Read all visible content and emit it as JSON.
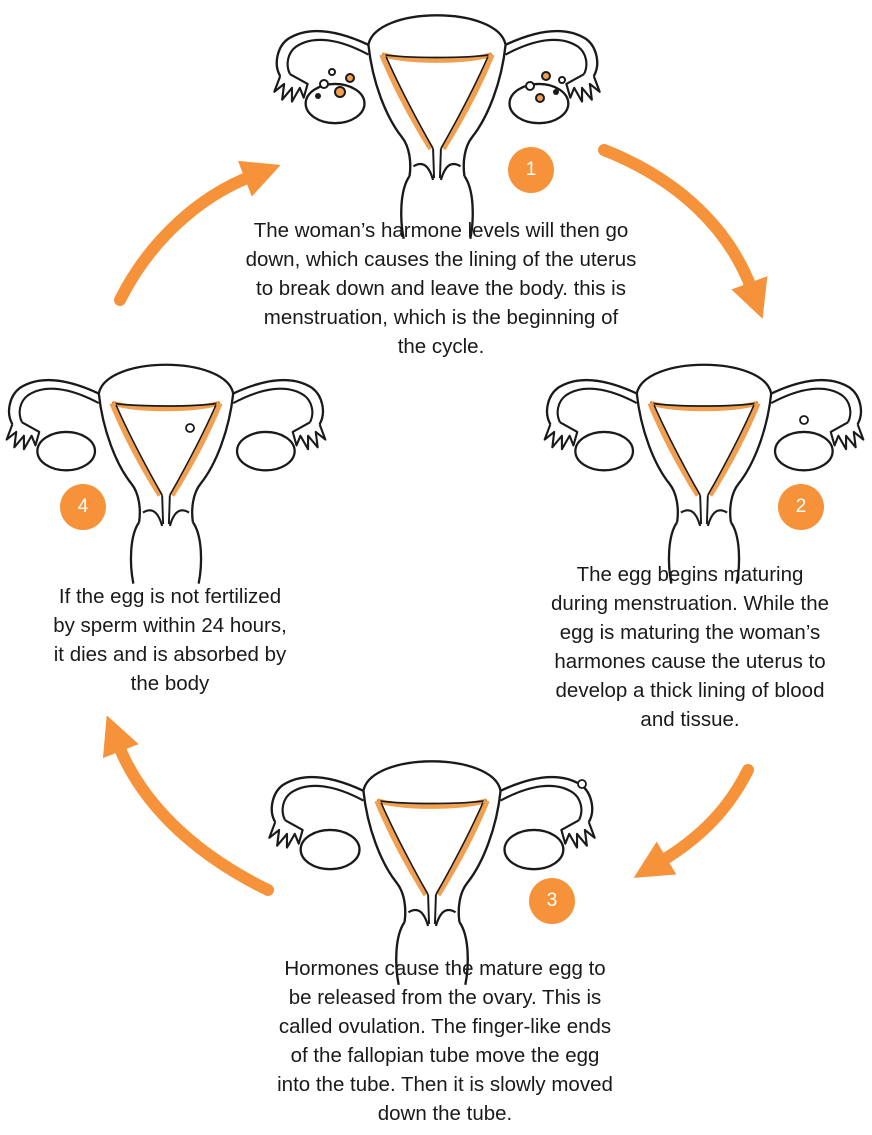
{
  "steps": [
    {
      "number": "1",
      "lines": [
        "The woman’s harmone levels will then go",
        "down, which causes the lining of the uterus",
        "to break down and leave the body. this is",
        "menstruation, which is the beginning of",
        "the cycle."
      ]
    },
    {
      "number": "2",
      "lines": [
        "The egg begins maturing",
        "during menstruation. While the",
        "egg is maturing the woman’s",
        "harmones cause the uterus to",
        "develop a thick lining of blood",
        "and tissue."
      ]
    },
    {
      "number": "3",
      "lines": [
        "Hormones cause the mature egg to",
        "be released from the ovary. This is",
        "called ovulation. The finger-like ends",
        "of the fallopian tube move the egg",
        "into the tube. Then it is slowly moved",
        "down the tube."
      ]
    },
    {
      "number": "4",
      "lines": [
        "If the egg is not fertilized",
        "by sperm within 24 hours,",
        "it dies and is absorbed by",
        "the body"
      ]
    }
  ],
  "colors": {
    "accent": "#f5923a",
    "line": "#1a1a1a",
    "lining": "#f0a050"
  }
}
